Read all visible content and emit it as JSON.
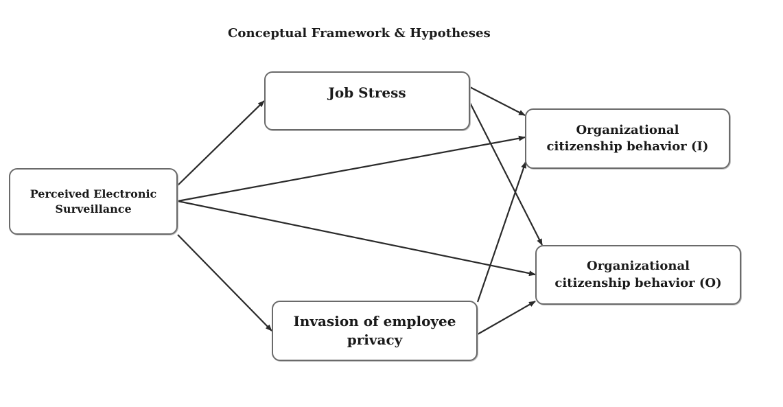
{
  "title": "Conceptual Framework & Hypotheses",
  "nodes": {
    "pes": {
      "line1": "Perceived Electronic",
      "line2": "Surveillance"
    },
    "js": {
      "line1": "Job Stress"
    },
    "iep": {
      "line1": "Invasion of employee",
      "line2": "privacy"
    },
    "ocbi": {
      "line1": "Organizational",
      "line2": "citizenship behavior (I)"
    },
    "ocbo": {
      "line1": "Organizational",
      "line2": "citizenship behavior (O)"
    }
  },
  "edges": [
    {
      "from": "pes",
      "to": "js"
    },
    {
      "from": "pes",
      "to": "ocbi"
    },
    {
      "from": "pes",
      "to": "ocbo"
    },
    {
      "from": "pes",
      "to": "iep"
    },
    {
      "from": "js",
      "to": "ocbi"
    },
    {
      "from": "js",
      "to": "ocbo"
    },
    {
      "from": "iep",
      "to": "ocbi"
    },
    {
      "from": "iep",
      "to": "ocbo"
    }
  ],
  "colors": {
    "edge": "#2a2a2a",
    "border": "#6a6a6a"
  }
}
